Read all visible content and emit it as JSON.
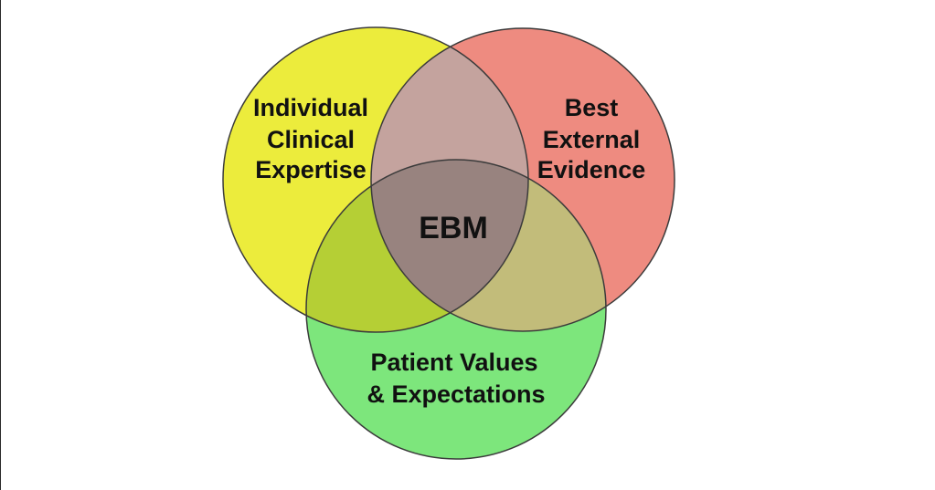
{
  "colors": {
    "yellow": "#ecec3c",
    "red": "#ee8b80",
    "green": "#7de67c",
    "yellow_red": "#c4a39e",
    "yellow_green": "#b5cf35",
    "red_green": "#c2bc7a",
    "center": "#98837f",
    "stroke": "#3b3b3b"
  },
  "sets": {
    "clinical_expertise": [
      "Individual",
      "Clinical",
      "Expertise"
    ],
    "external_evidence": [
      "Best",
      "External",
      "Evidence"
    ],
    "patient_values": [
      "Patient Values",
      "& Expectations"
    ]
  },
  "center_label": "EBM"
}
